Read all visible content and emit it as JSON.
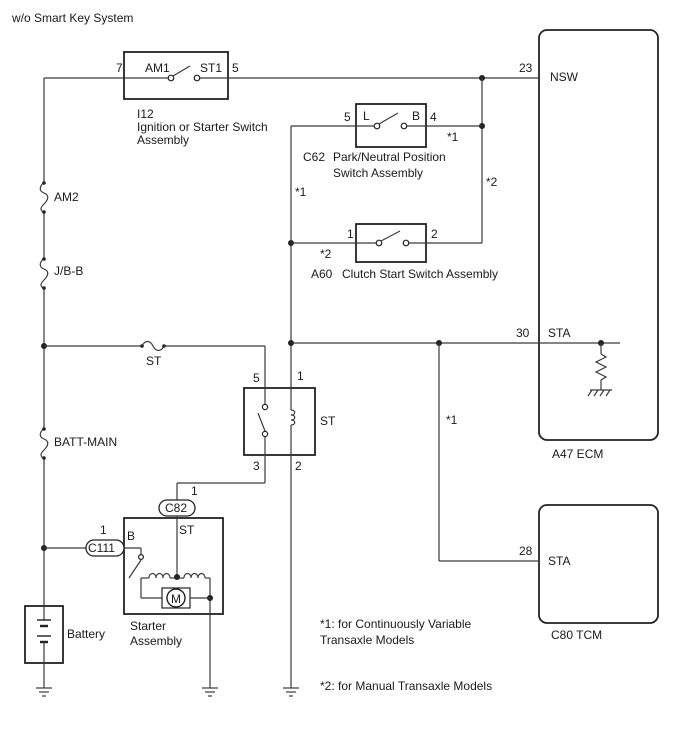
{
  "header": {
    "title": "w/o Smart Key System"
  },
  "components": {
    "ignition_switch": {
      "id": "I12",
      "name_line1": "Ignition or Starter Switch",
      "name_line2": "Assembly",
      "pin_am1_label": "AM1",
      "pin_st1_label": "ST1",
      "pin_left": "7",
      "pin_right": "5"
    },
    "pnp_switch": {
      "id": "C62",
      "name_line1": "Park/Neutral Position",
      "name_line2": "Switch Assembly",
      "pin_l_label": "L",
      "pin_b_label": "B",
      "pin_left": "5",
      "pin_right": "4"
    },
    "clutch_switch": {
      "id": "A60",
      "name": "Clutch Start Switch Assembly",
      "pin_left": "1",
      "pin_right": "2"
    },
    "st_relay": {
      "label": "ST",
      "pin_5": "5",
      "pin_1": "1",
      "pin_3": "3",
      "pin_2": "2"
    },
    "ecm": {
      "label": "A47  ECM",
      "nsw_label": "NSW",
      "nsw_pin": "23",
      "sta_label": "STA",
      "sta_pin": "30"
    },
    "tcm": {
      "label": "C80  TCM",
      "sta_label": "STA",
      "sta_pin": "28"
    },
    "starter": {
      "name_line1": "Starter",
      "name_line2": "Assembly",
      "b_label": "B",
      "st_label": "ST",
      "c82_label": "C82",
      "c82_pin": "1",
      "c111_label": "C111",
      "c111_pin": "1",
      "motor_label": "M"
    },
    "battery": {
      "label": "Battery"
    },
    "fuses": {
      "am2": "AM2",
      "jbb": "J/B-B",
      "batt_main": "BATT-MAIN",
      "st": "ST"
    }
  },
  "annotations": {
    "star1": "*1",
    "star2": "*2",
    "note1_line1": "*1: for Continuously Variable",
    "note1_line2": "Transaxle Models",
    "note2": "*2: for Manual Transaxle Models"
  }
}
